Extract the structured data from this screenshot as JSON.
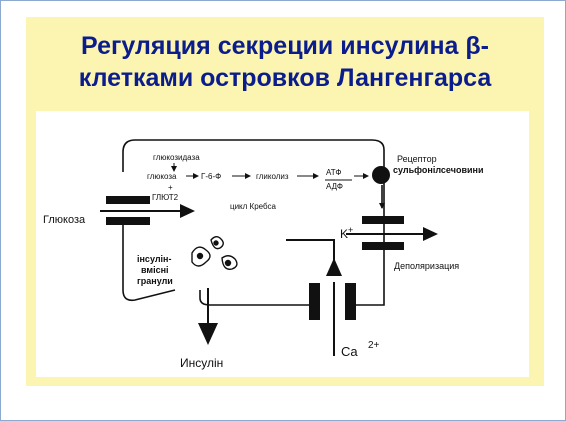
{
  "title": {
    "line1": "Регуляция секреции инсулина β-",
    "line2": "клетками островков Лангенгарса"
  },
  "diagram": {
    "glucosidase": "глюкозидаза",
    "glucose_inner": "глюкоза",
    "plus": "+",
    "glut2": "ГЛЮТ2",
    "g6p": "Г-6-Ф",
    "glycolysis": "гликолиз",
    "atp": "АТФ",
    "adp": "АДФ",
    "krebs": "цикл Кребса",
    "receptor_line1": "Рецептор",
    "receptor_line2": "сульфонілсечовини",
    "glucose": "Глюкоза",
    "k": "K",
    "k_sup": "+",
    "granules_line1": "інсулін-",
    "granules_line2": "вмісні",
    "granules_line3": "гранули",
    "depolarization": "Деполяризация",
    "insulin": "Инсулін",
    "ca": "Ca",
    "ca_sup": "2+"
  },
  "colors": {
    "slide_border": "#8ea9cf",
    "panel": "#fbf5b1",
    "title": "#0b1d8c",
    "ink": "#111111"
  }
}
